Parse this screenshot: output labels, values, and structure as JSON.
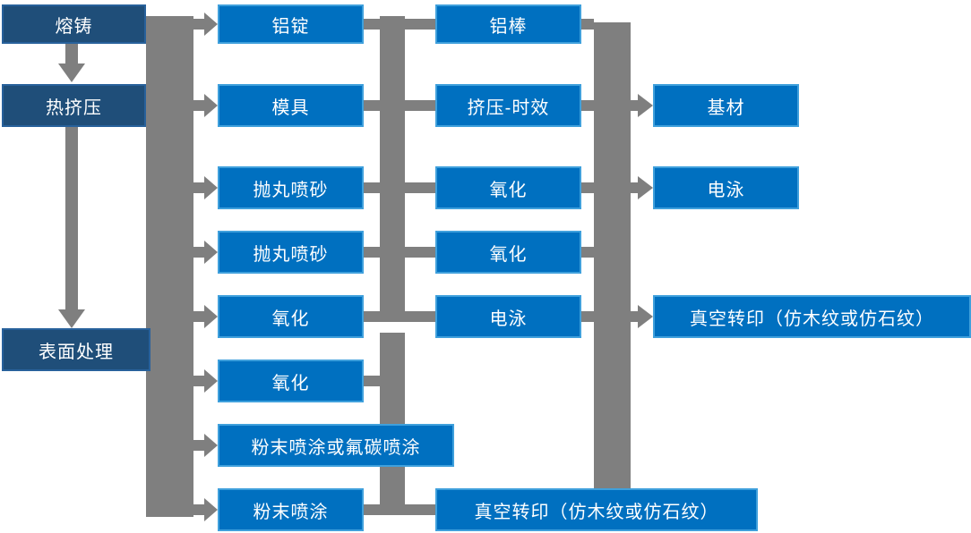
{
  "diagram": {
    "stages": {
      "casting": "熔铸",
      "hot_extrusion": "热挤压",
      "surface_treatment": "表面处理"
    },
    "col2": {
      "aluminum_ingot": "铝锭",
      "mold": "模具",
      "shot_blasting_1": "抛丸喷砂",
      "shot_blasting_2": "抛丸喷砂",
      "oxidation_1": "氧化",
      "oxidation_2": "氧化",
      "powder_or_fluorocarbon": "粉末喷涂或氟碳喷涂",
      "powder_coating": "粉末喷涂"
    },
    "col3": {
      "aluminum_rod": "铝棒",
      "extrusion_aging": "挤压-时效",
      "oxidation_1": "氧化",
      "oxidation_2": "氧化",
      "electrophoresis": "电泳",
      "vacuum_transfer": "真空转印（仿木纹或仿石纹）"
    },
    "col4": {
      "base_material": "基材",
      "electrophoresis": "电泳",
      "vacuum_transfer": "真空转印（仿木纹或仿石纹）"
    },
    "colors": {
      "stage_fill": "#1F4E79",
      "process_fill": "#0070C0",
      "process_border": "#3FA0DC",
      "connector": "#7F7F7F",
      "text": "#FFFFFF"
    }
  }
}
